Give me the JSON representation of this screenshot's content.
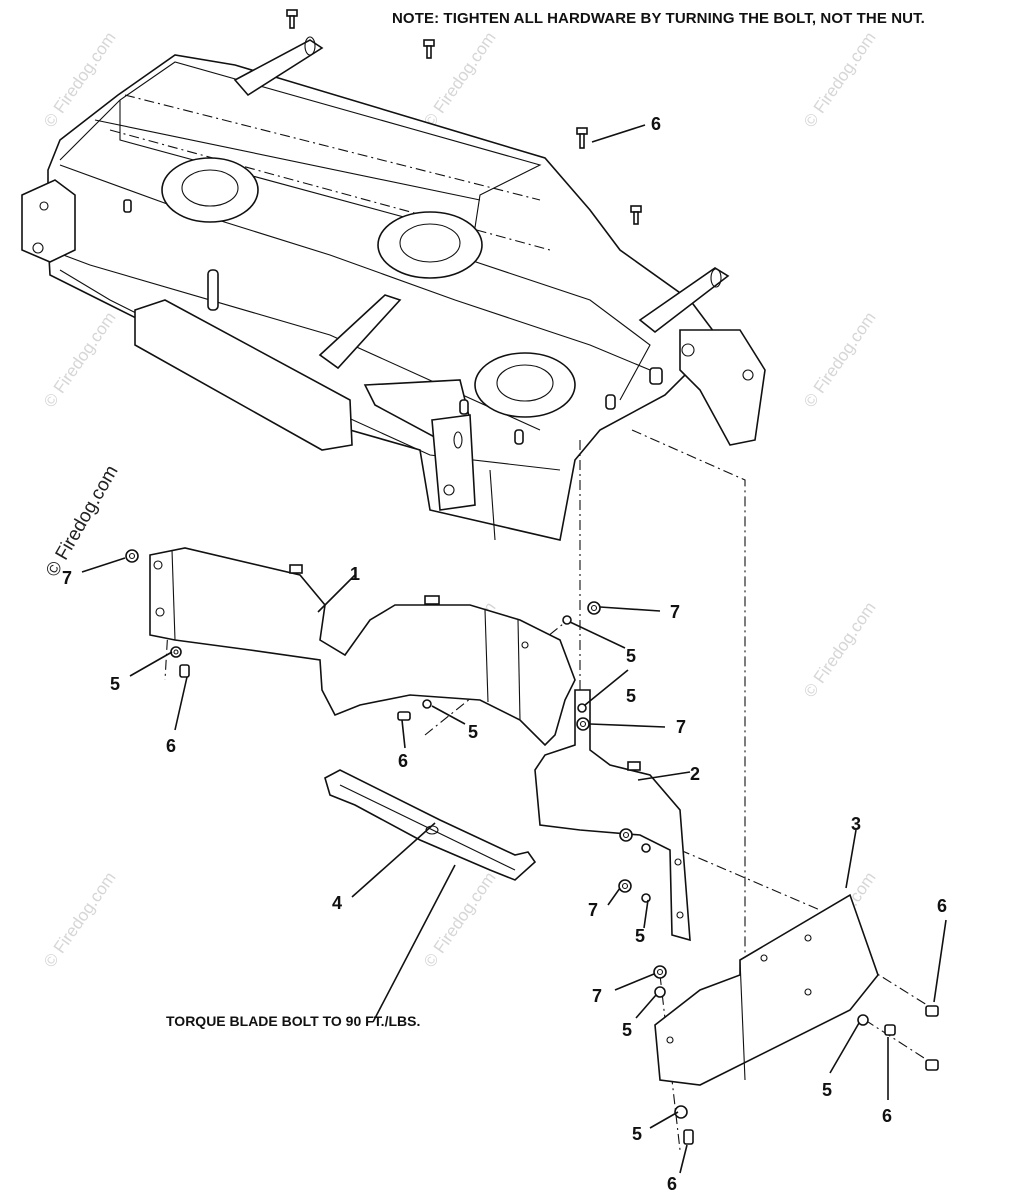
{
  "note": "NOTE: TIGHTEN ALL HARDWARE BY TURNING THE BOLT, NOT THE NUT.",
  "torque_note": "TORQUE BLADE BOLT TO 90 FT./LBS.",
  "watermark": "© Firedog.com",
  "callouts": {
    "c1": "1",
    "c2": "2",
    "c3": "3",
    "c4": "4",
    "c5a": "5",
    "c5b": "5",
    "c5c": "5",
    "c5d": "5",
    "c5e": "5",
    "c5f": "5",
    "c5g": "5",
    "c5h": "5",
    "c6a": "6",
    "c6b": "6",
    "c6c": "6",
    "c6d": "6",
    "c6e": "6",
    "c6f": "6",
    "c7a": "7",
    "c7b": "7",
    "c7c": "7",
    "c7d": "7",
    "c7e": "7"
  }
}
